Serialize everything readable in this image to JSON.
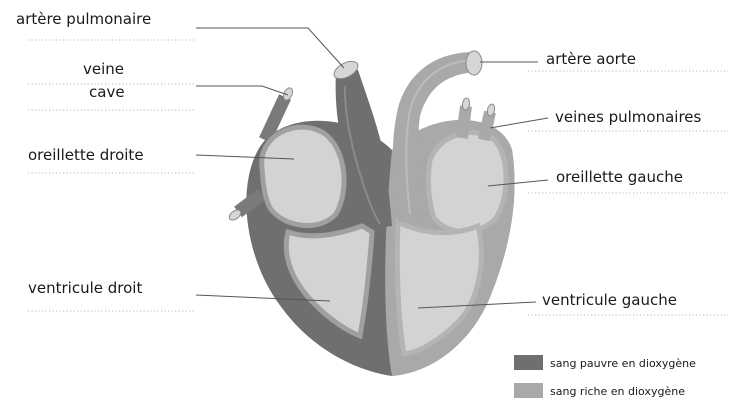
{
  "labels": {
    "artere_pulmonaire": "artère pulmonaire",
    "veine_cave_line1": "veine",
    "veine_cave_line2": "cave",
    "oreillette_droite": "oreillette droite",
    "ventricule_droit": "ventricule droit",
    "artere_aorte": "artère aorte",
    "veines_pulmonaires": "veines pulmonaires",
    "oreillette_gauche": "oreillette gauche",
    "ventricule_gauche": "ventricule gauche"
  },
  "legend": {
    "items": [
      {
        "label": "sang pauvre en dioxygène",
        "color": "#6f6f6f"
      },
      {
        "label": "sang riche en dioxygène",
        "color": "#a9a9a9"
      }
    ]
  },
  "colors": {
    "poor_blood": "#6f6f6f",
    "rich_blood": "#a9a9a9",
    "chamber_fill": "#d3d3d3",
    "chamber_border": "#a8a8a8"
  }
}
